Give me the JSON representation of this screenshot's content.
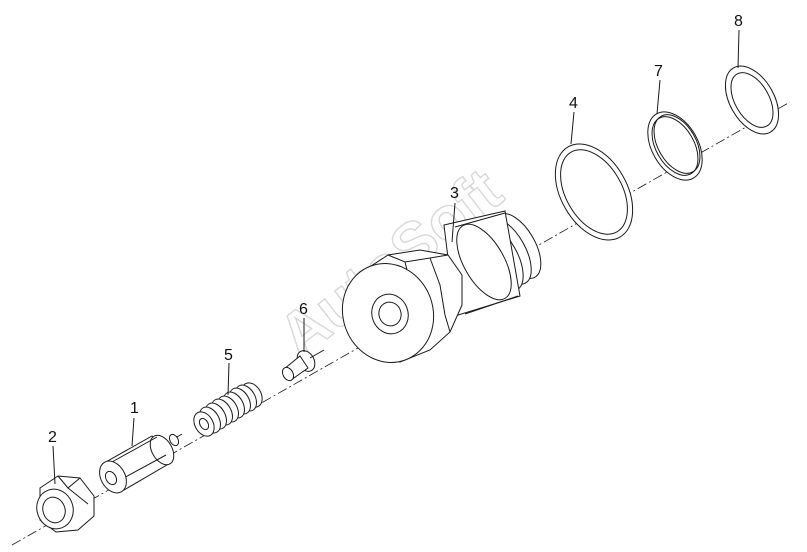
{
  "diagram": {
    "type": "exploded parts view",
    "watermark": "AutoSoft",
    "callouts": [
      {
        "id": "callout-1",
        "label": "1",
        "part": "valve-plunger"
      },
      {
        "id": "callout-2",
        "label": "2",
        "part": "hex-nut"
      },
      {
        "id": "callout-3",
        "label": "3",
        "part": "valve-body"
      },
      {
        "id": "callout-4",
        "label": "4",
        "part": "seal-ring-large"
      },
      {
        "id": "callout-5",
        "label": "5",
        "part": "spring"
      },
      {
        "id": "callout-6",
        "label": "6",
        "part": "small-plunger"
      },
      {
        "id": "callout-7",
        "label": "7",
        "part": "seal-ring-medium"
      },
      {
        "id": "callout-8",
        "label": "8",
        "part": "seal-ring-small"
      }
    ]
  }
}
